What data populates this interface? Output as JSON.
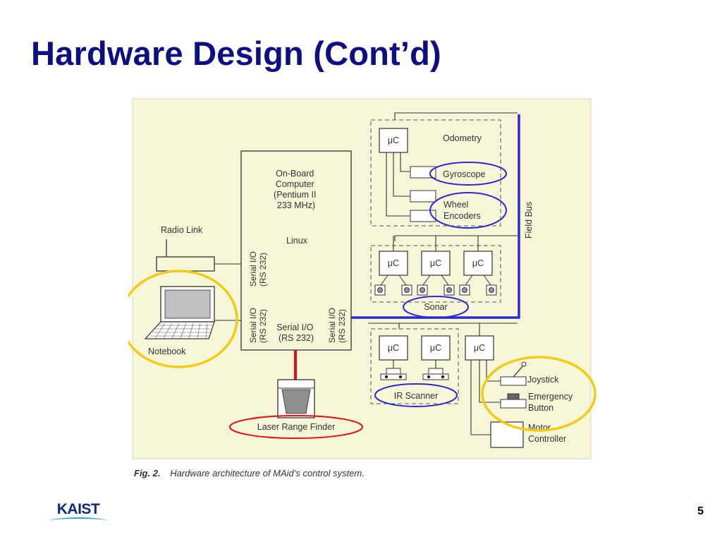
{
  "slide": {
    "title": "Hardware Design (Cont’d)",
    "page_number": "5",
    "logo_text": "KAIST"
  },
  "diagram": {
    "caption_label": "Fig. 2.",
    "caption_text": "Hardware architecture of MAid’s control system.",
    "onboard_computer": [
      "On-Board",
      "Computer",
      "(Pentium II",
      "233 MHz)"
    ],
    "os_label": "Linux",
    "serial_label": "Serial I/O",
    "rs232_label": "(RS 232)",
    "radio_link": "Radio Link",
    "notebook": "Notebook",
    "laser_range_finder": "Laser Range Finder",
    "microcontroller": "μC",
    "odometry": "Odometry",
    "gyroscope": "Gyroscope",
    "wheel_encoders": [
      "Wheel",
      "Encoders"
    ],
    "field_bus": "Field Bus",
    "sonar": "Sonar",
    "ir_scanner": "IR Scanner",
    "joystick": "Joystick",
    "emergency_button": [
      "Emergency",
      "Button"
    ],
    "motor_controller": [
      "Motor",
      "Controller"
    ]
  },
  "colors": {
    "title": "#0d0d84",
    "paper": "#f7f6d9",
    "ink": "#333333",
    "field_bus": "#2a2ad0",
    "highlight_blue": "#2a2ad0",
    "highlight_yellow": "#f2cc12",
    "highlight_red": "#e01010"
  }
}
